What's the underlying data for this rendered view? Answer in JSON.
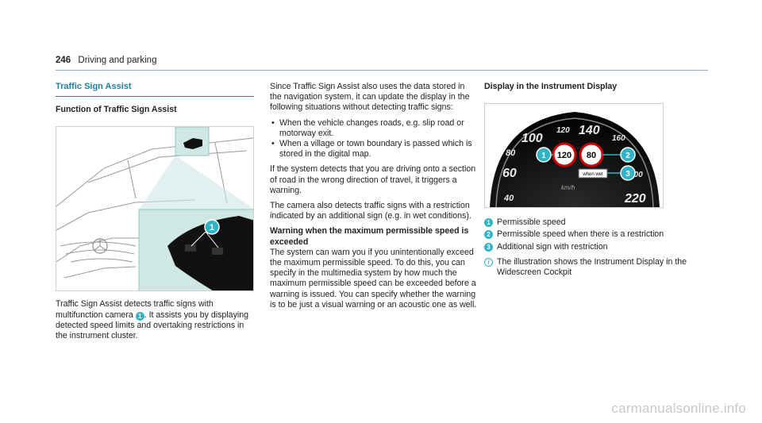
{
  "header": {
    "page_number": "246",
    "section": "Driving and parking"
  },
  "col1": {
    "section_title": "Traffic Sign Assist",
    "subtitle": "Function of Traffic Sign Assist",
    "figure_callout": "1",
    "body_before_callout": "Traffic Sign Assist detects traffic signs with multifunction camera",
    "callout": "1",
    "body_after_callout": ". It assists you by displaying detected speed limits and overtaking restrictions in the instrument cluster."
  },
  "col2": {
    "intro": "Since Traffic Sign Assist also uses the data stored in the navigation system, it can update the display in the following situations without detecting traffic signs:",
    "bullets": [
      "When the vehicle changes roads, e.g. slip road or motorway exit.",
      "When a village or town boundary is passed which is stored in the digital map."
    ],
    "para1": "If the system detects that you are driving onto a section of road in the wrong direction of travel, it triggers a warning.",
    "para2": "The camera also detects traffic signs with a restriction indicated by an additional sign (e.g. in wet conditions).",
    "warning_title": "Warning when the maximum permissible speed is exceeded",
    "warning_body": "The system can warn you if you unintentionally exceed the maximum permissible speed. To do this, you can specify in the multimedia system by how much the maximum permissible speed can be exceeded before a warning is issued. You can specify whether the warning is to be just a visual warning or an acoustic one as well."
  },
  "col3": {
    "title": "Display in the Instrument Display",
    "cluster": {
      "scale_labels": [
        "40",
        "60",
        "80",
        "100",
        "120",
        "140",
        "160",
        "200",
        "220"
      ],
      "sign_speed": "120",
      "sign_speed2": "80",
      "additional_sign": "when wet",
      "unit": "km/h",
      "callouts": [
        "1",
        "2",
        "3"
      ]
    },
    "legend": [
      {
        "num": "1",
        "text": "Permissible speed"
      },
      {
        "num": "2",
        "text": "Permissible speed when there is a restriction"
      },
      {
        "num": "3",
        "text": "Additional sign with restriction"
      }
    ],
    "note": "The illustration shows the Instrument Display in the Widescreen Cockpit"
  },
  "watermark": "carmanualsonline.info",
  "colors": {
    "accent": "#1f7fa3",
    "badge": "#31b3c7",
    "inset_bg": "#cfe8e4"
  }
}
